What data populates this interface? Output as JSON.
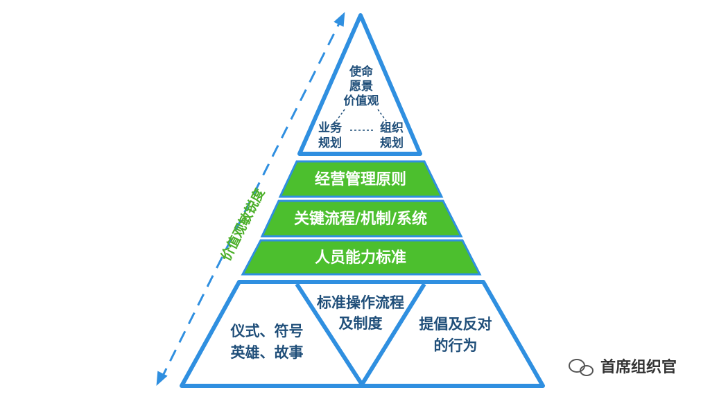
{
  "top": {
    "core": [
      "使命",
      "愿景",
      "价值观"
    ],
    "left": [
      "业务",
      "规划"
    ],
    "right": [
      "组织",
      "规划"
    ]
  },
  "bands": [
    "经营管理原则",
    "关键流程/机制/系统",
    "人员能力标准"
  ],
  "base": {
    "left": [
      "仪式、符号",
      "英雄、故事"
    ],
    "middle": [
      "标准操作流程",
      "及制度"
    ],
    "right": [
      "提倡及反对",
      "的行为"
    ]
  },
  "axis_label": "价值观敏锐度",
  "watermark": "首席组织官",
  "colors": {
    "outline": "#2f8fe0",
    "band": "#4cbf2e",
    "text": "#1f4e79",
    "axis": "#4caf29"
  }
}
